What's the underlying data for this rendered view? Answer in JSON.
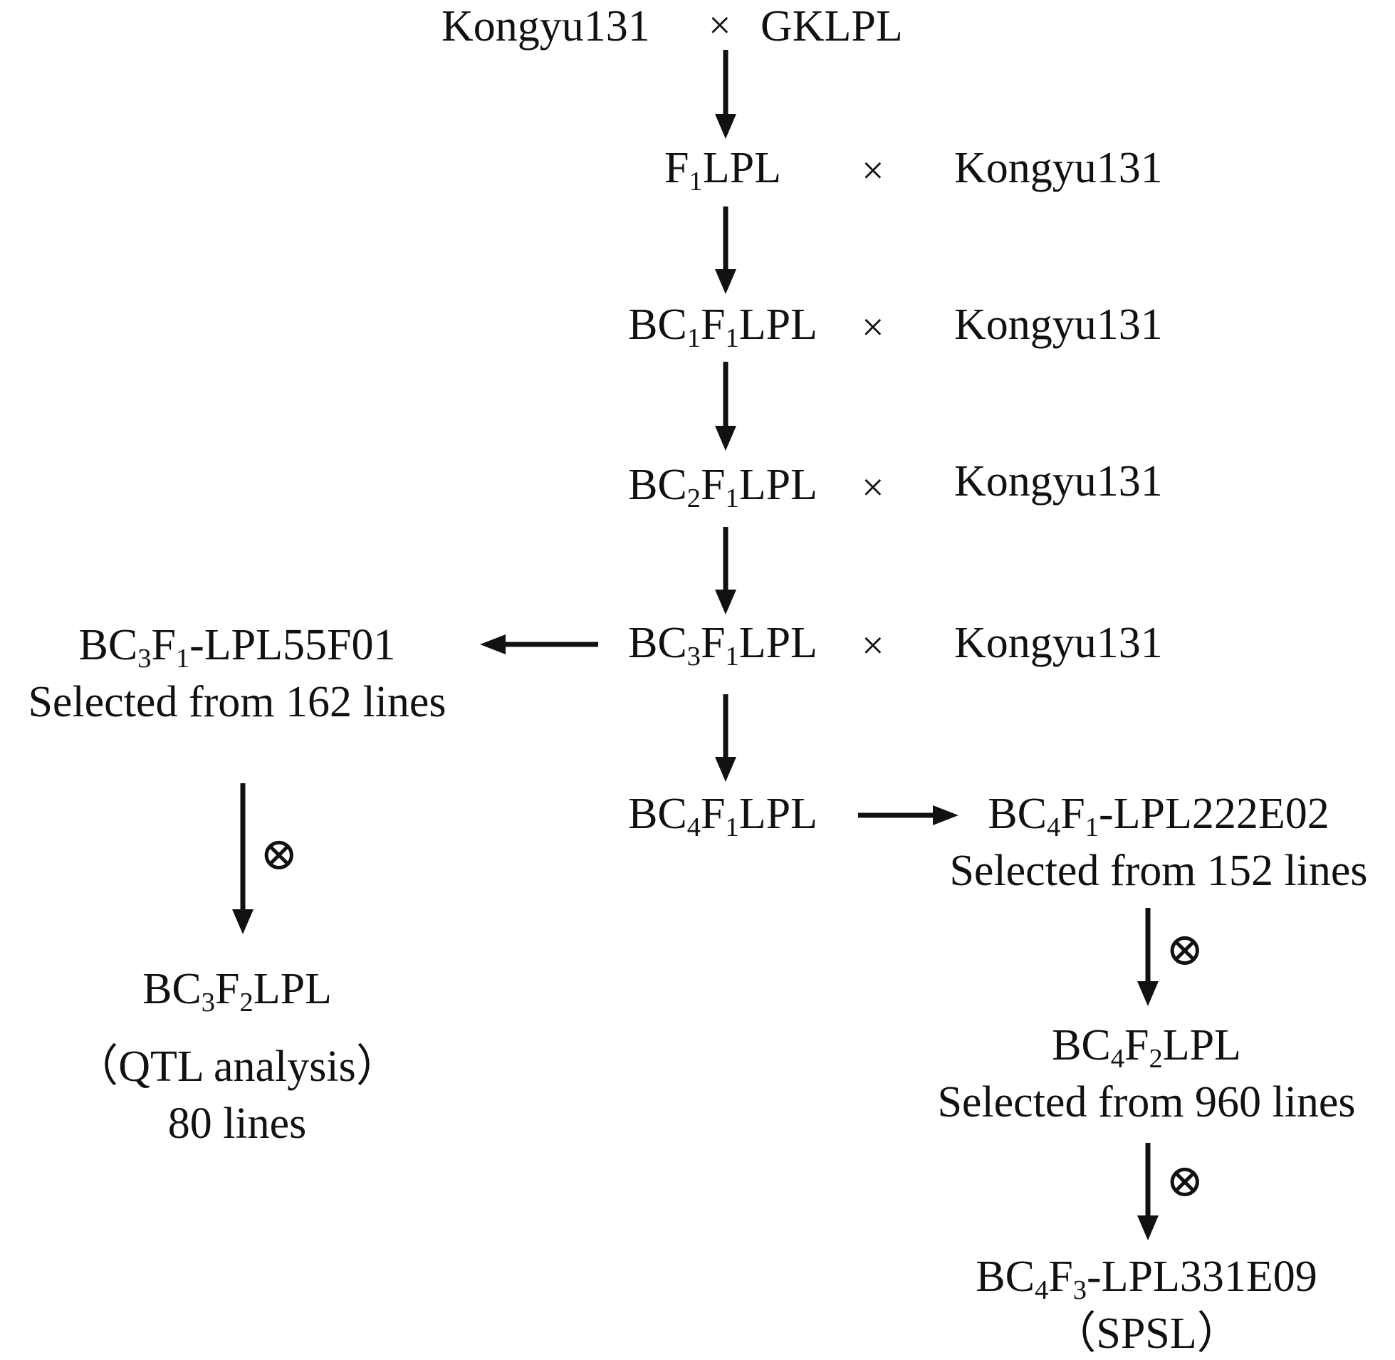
{
  "parents": {
    "female": "Kongyu131",
    "cross": "×",
    "male": "GKLPL"
  },
  "backcross_steps": [
    {
      "pre": "F",
      "s1": "1",
      "mid": "",
      "s2": "",
      "post": "LPL",
      "cross": "×",
      "recurrent": "Kongyu131"
    },
    {
      "pre": "BC",
      "s1": "1",
      "mid": "F",
      "s2": "1",
      "post": "LPL",
      "cross": "×",
      "recurrent": "Kongyu131"
    },
    {
      "pre": "BC",
      "s1": "2",
      "mid": "F",
      "s2": "1",
      "post": "LPL",
      "cross": "×",
      "recurrent": "Kongyu131"
    },
    {
      "pre": "BC",
      "s1": "3",
      "mid": "F",
      "s2": "1",
      "post": "LPL",
      "cross": "×",
      "recurrent": "Kongyu131"
    },
    {
      "pre": "BC",
      "s1": "4",
      "mid": "F",
      "s2": "1",
      "post": "LPL",
      "cross": "",
      "recurrent": ""
    }
  ],
  "left_branch": {
    "selected": {
      "pre": "BC",
      "s1": "3",
      "mid": "F",
      "s2": "1",
      "post": "-LPL55F01",
      "note": "Selected from 162 lines"
    },
    "self_symbol": "⊗",
    "result": {
      "pre": "BC",
      "s1": "3",
      "mid": "F",
      "s2": "2",
      "post": "LPL",
      "note": "（QTL analysis）",
      "count": "80 lines"
    }
  },
  "right_branch": {
    "selected": {
      "pre": "BC",
      "s1": "4",
      "mid": "F",
      "s2": "1",
      "post": "-LPL222E02",
      "note": "Selected from 152 lines"
    },
    "self_symbol_1": "⊗",
    "f2": {
      "pre": "BC",
      "s1": "4",
      "mid": "F",
      "s2": "2",
      "post": "LPL",
      "note": "Selected from 960 lines"
    },
    "self_symbol_2": "⊗",
    "final": {
      "pre": "BC",
      "s1": "4",
      "mid": "F",
      "s2": "3",
      "post": "-LPL331E09",
      "note": "（SPSL）"
    }
  }
}
